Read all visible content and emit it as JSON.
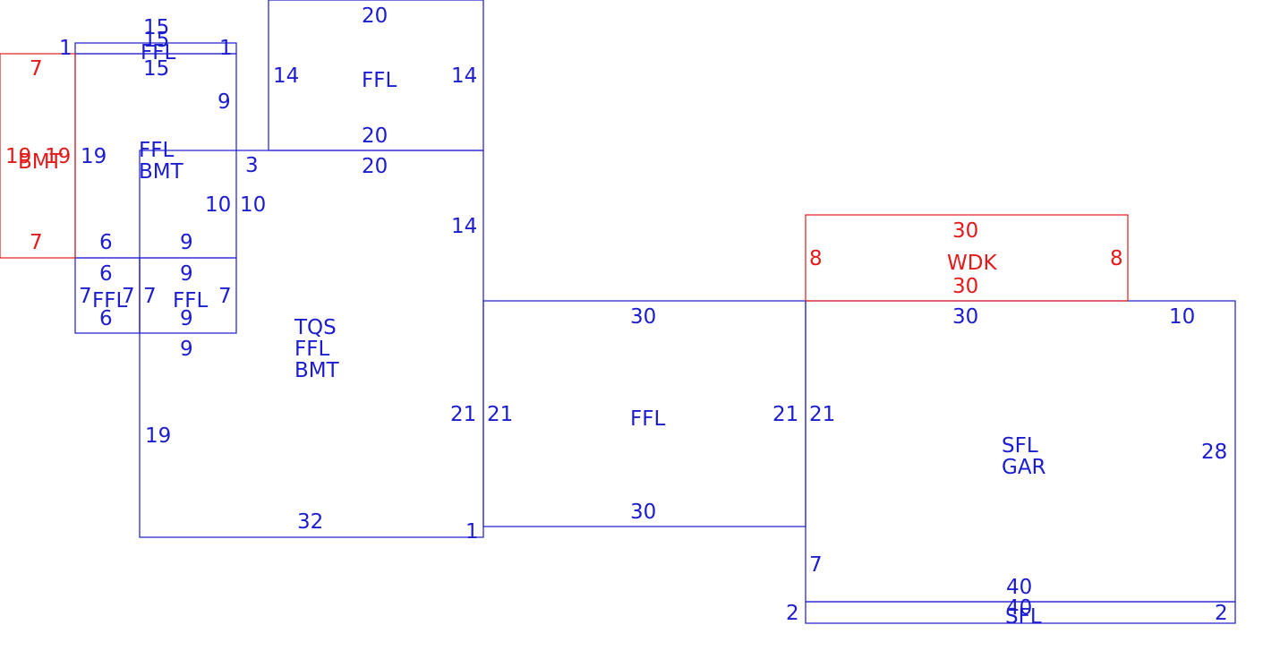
{
  "colors": {
    "line": "#1c1cd0",
    "highlight": "#e21b1b",
    "background": "#ffffff"
  },
  "areas": {
    "bmt_red": {
      "codes": [
        "BMT"
      ],
      "dims": [
        "7",
        "19",
        "19",
        "7"
      ]
    },
    "ffl_strip": {
      "codes": [
        "FFL"
      ],
      "dims": [
        "15",
        "15",
        "1",
        "1"
      ]
    },
    "ffl_bmt": {
      "codes": [
        "FFL",
        "BMT"
      ],
      "dims": [
        "15",
        "19",
        "9",
        "10",
        "6",
        "9"
      ]
    },
    "ffl_top": {
      "codes": [
        "FFL"
      ],
      "dims": [
        "20",
        "14",
        "14",
        "20"
      ]
    },
    "ffl_small_a": {
      "codes": [
        "FFL"
      ],
      "dims": [
        "6",
        "7",
        "7",
        "6"
      ]
    },
    "ffl_small_b": {
      "codes": [
        "FFL"
      ],
      "dims": [
        "9",
        "7",
        "7",
        "9"
      ]
    },
    "tqs": {
      "codes": [
        "TQS",
        "FFL",
        "BMT"
      ],
      "dims": [
        "20",
        "3",
        "10",
        "14",
        "9",
        "19",
        "21",
        "32",
        "1"
      ]
    },
    "ffl_mid": {
      "codes": [
        "FFL"
      ],
      "dims": [
        "30",
        "21",
        "21",
        "30"
      ]
    },
    "wdk": {
      "codes": [
        "WDK"
      ],
      "dims": [
        "30",
        "8",
        "8",
        "30"
      ]
    },
    "sfl_gar": {
      "codes": [
        "SFL",
        "GAR"
      ],
      "dims": [
        "30",
        "10",
        "21",
        "28",
        "7",
        "40"
      ]
    },
    "sfl_strip": {
      "codes": [
        "SFL"
      ],
      "dims": [
        "40",
        "2",
        "2"
      ]
    }
  }
}
